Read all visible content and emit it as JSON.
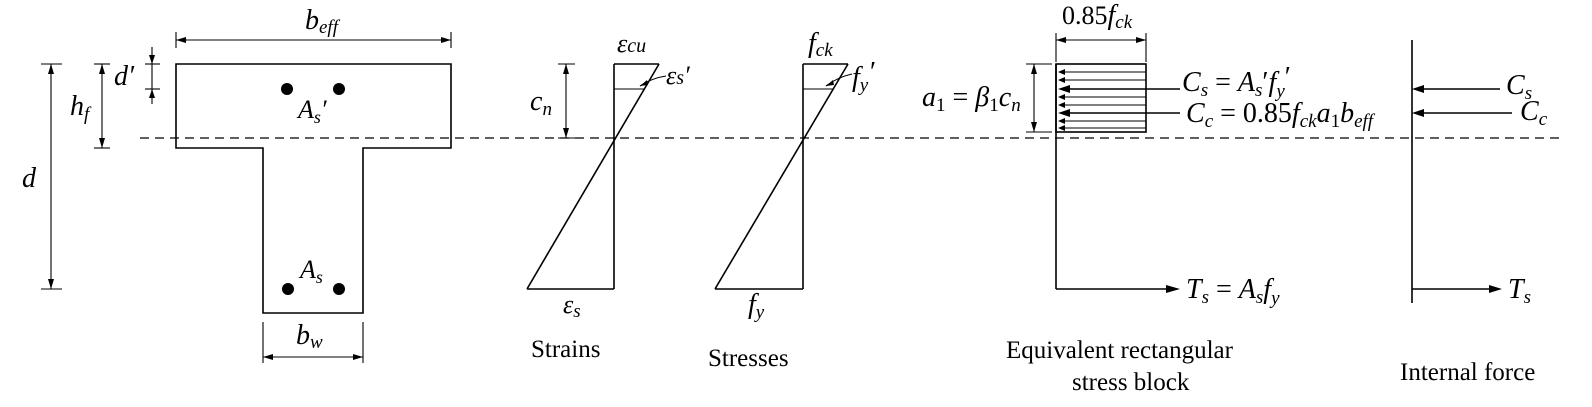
{
  "symbols": {
    "b": "b",
    "eff": "eff",
    "w": "w",
    "d": "d",
    "d_prime": "d′",
    "h": "h",
    "f": "f",
    "A": "A",
    "s": "s",
    "s_prime": "′",
    "c": "c",
    "n": "n",
    "eps": "ε",
    "cu": "cu",
    "ck": "ck",
    "y": "y",
    "y_prime": "′",
    "f_ck_full": "0.85",
    "a1_eq": "a",
    "one": "1",
    "eq": " = ",
    "beta": "β",
    "Cs": "C",
    "Cc": "C",
    "Ts": "T",
    "cc_sub": "c",
    "const085": "0.85"
  },
  "captions": {
    "strains": "Strains",
    "stresses": "Stresses",
    "block_line1": "Equivalent rectangular",
    "block_line2": "stress block",
    "internal": "Internal force"
  }
}
